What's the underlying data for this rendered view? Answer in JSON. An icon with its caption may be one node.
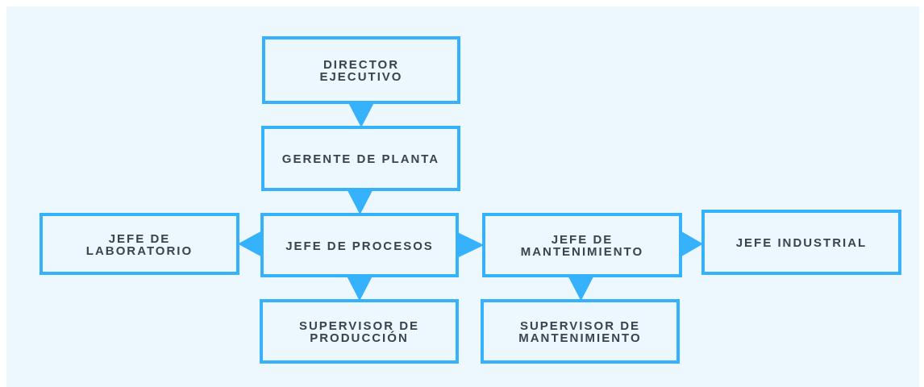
{
  "diagram": {
    "nodes": [
      {
        "text": [
          "DIRECTOR EJECUTIVO"
        ]
      },
      {
        "text": [
          "GERENTE DE PLANTA"
        ]
      },
      {
        "text": [
          "JEFE DE PROCESOS"
        ]
      },
      {
        "text": [
          "JEFE DE LABORATORIO"
        ]
      },
      {
        "text": [
          "JEFE DE MANTENIMIENTO"
        ]
      },
      {
        "text": [
          "JEFE INDUSTRIAL"
        ]
      },
      {
        "text": [
          "SUPERVISOR DE PRODUCCIÓN"
        ]
      },
      {
        "text": [
          "SUPERVISOR DE MANTENIMIENTO"
        ]
      }
    ],
    "edges": [
      {
        "from": 0,
        "to": 1,
        "arrow": "to"
      },
      {
        "from": 1,
        "to": 2,
        "arrow": "to"
      },
      {
        "from": 2,
        "to": 3,
        "arrow": "to"
      },
      {
        "from": 2,
        "to": 4,
        "arrow": "to"
      },
      {
        "from": 4,
        "to": 5,
        "arrow": "to"
      },
      {
        "from": 2,
        "to": 6,
        "arrow": "to"
      },
      {
        "from": 4,
        "to": 7,
        "arrow": "to"
      }
    ]
  }
}
